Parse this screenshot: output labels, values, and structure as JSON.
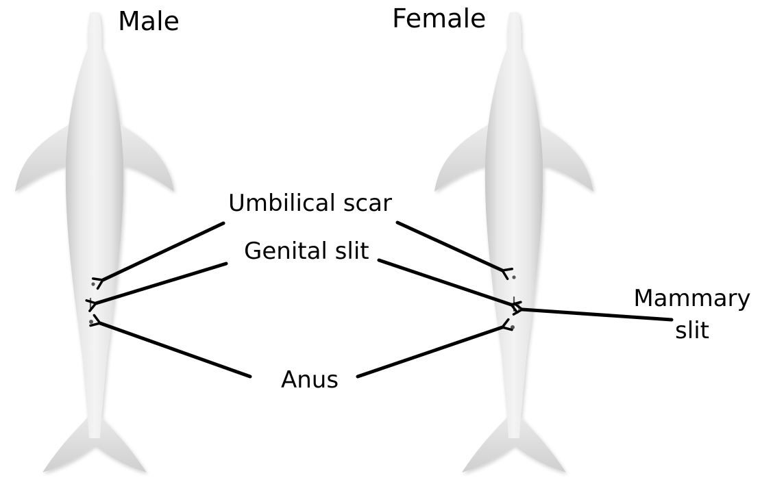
{
  "panels": {
    "male": {
      "title": "Male"
    },
    "female": {
      "title": "Female"
    }
  },
  "labels": {
    "umbilical_scar": "Umbilical scar",
    "genital_slit": "Genital slit",
    "anus": "Anus",
    "mammary_slit_line1": "Mammary",
    "mammary_slit_line2": "slit"
  },
  "colors": {
    "background": "#ffffff",
    "body_fill": "#eeeeee",
    "body_shade": "#c9c9c9",
    "arrow": "#000000",
    "text": "#000000"
  }
}
